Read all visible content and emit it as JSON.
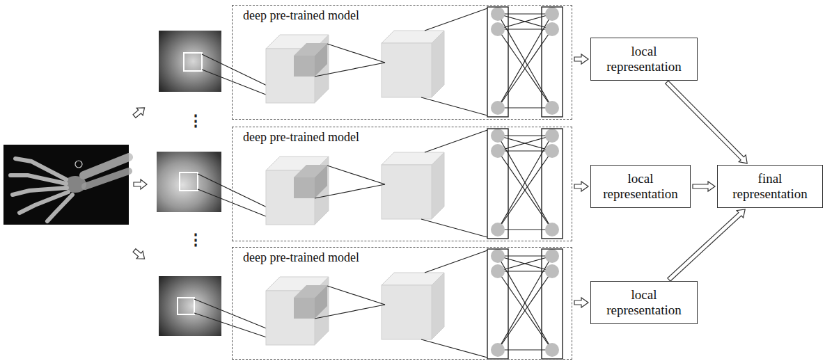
{
  "diagram": {
    "nodes": [
      {
        "text": [
          "deep pre-trained model"
        ]
      },
      {
        "text": [
          "local representation"
        ]
      },
      {
        "text": [
          "deep pre-trained model"
        ]
      },
      {
        "text": [
          "local representation"
        ]
      },
      {
        "text": [
          "final representation"
        ]
      },
      {
        "text": [
          "deep pre-trained model"
        ]
      },
      {
        "text": [
          "local representation"
        ]
      }
    ],
    "edges": [
      {
        "from": 0,
        "to": 1,
        "arrow": "to"
      },
      {
        "from": 2,
        "to": 3,
        "arrow": "to"
      },
      {
        "from": 5,
        "to": 6,
        "arrow": "to"
      },
      {
        "from": 1,
        "to": 4,
        "arrow": "to"
      },
      {
        "from": 3,
        "to": 4,
        "arrow": "to"
      },
      {
        "from": 6,
        "to": 4,
        "arrow": "to"
      }
    ],
    "labels": [
      "⋮",
      "⋮"
    ]
  }
}
